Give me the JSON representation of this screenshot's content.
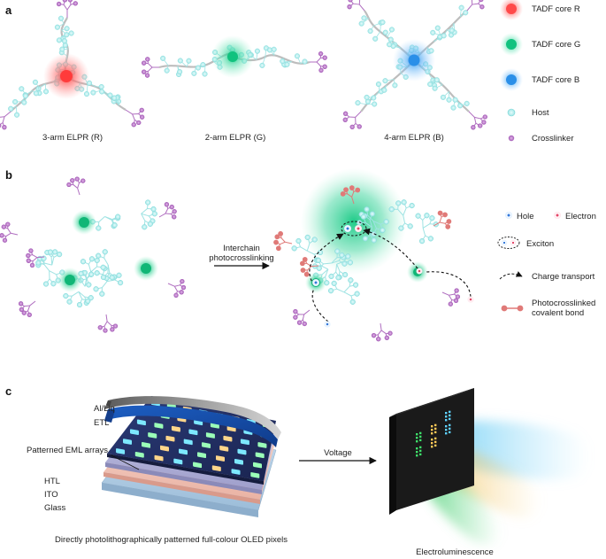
{
  "panels": {
    "a": {
      "letter": "a",
      "captions": [
        "3-arm ELPR (R)",
        "2-arm ELPR (G)",
        "4-arm ELPR (B)"
      ],
      "legend": [
        {
          "label": "TADF core R",
          "color": "#f2545b"
        },
        {
          "label": "TADF core G",
          "color": "#1fc48a"
        },
        {
          "label": "TADF core B",
          "color": "#3a9ef0"
        },
        {
          "label": "Host",
          "color": "#a9ecec"
        },
        {
          "label": "Crosslinker",
          "color": "#b06fc0"
        }
      ]
    },
    "b": {
      "letter": "b",
      "arrow_label_line1": "Interchain",
      "arrow_label_line2": "photocrosslinking",
      "legend": {
        "hole": "Hole",
        "electron": "Electron",
        "exciton": "Exciton",
        "charge_transport": "Charge transport",
        "bond_line1": "Photocrosslinked",
        "bond_line2": "covalent bond"
      }
    },
    "c": {
      "letter": "c",
      "layers": [
        "Al/Liq",
        "ETL",
        "Patterned EML arrays",
        "HTL",
        "ITO",
        "Glass"
      ],
      "caption_left": "Directly photolithographically patterned full-colour OLED pixels",
      "arrow_label": "Voltage",
      "caption_right": "Electroluminescence"
    }
  },
  "colors": {
    "red": "#f2545b",
    "green": "#1fc48a",
    "blue": "#3a9ef0",
    "host": "#a9ecec",
    "crosslinker": "#b06fc0",
    "bond": "#e07a78"
  }
}
